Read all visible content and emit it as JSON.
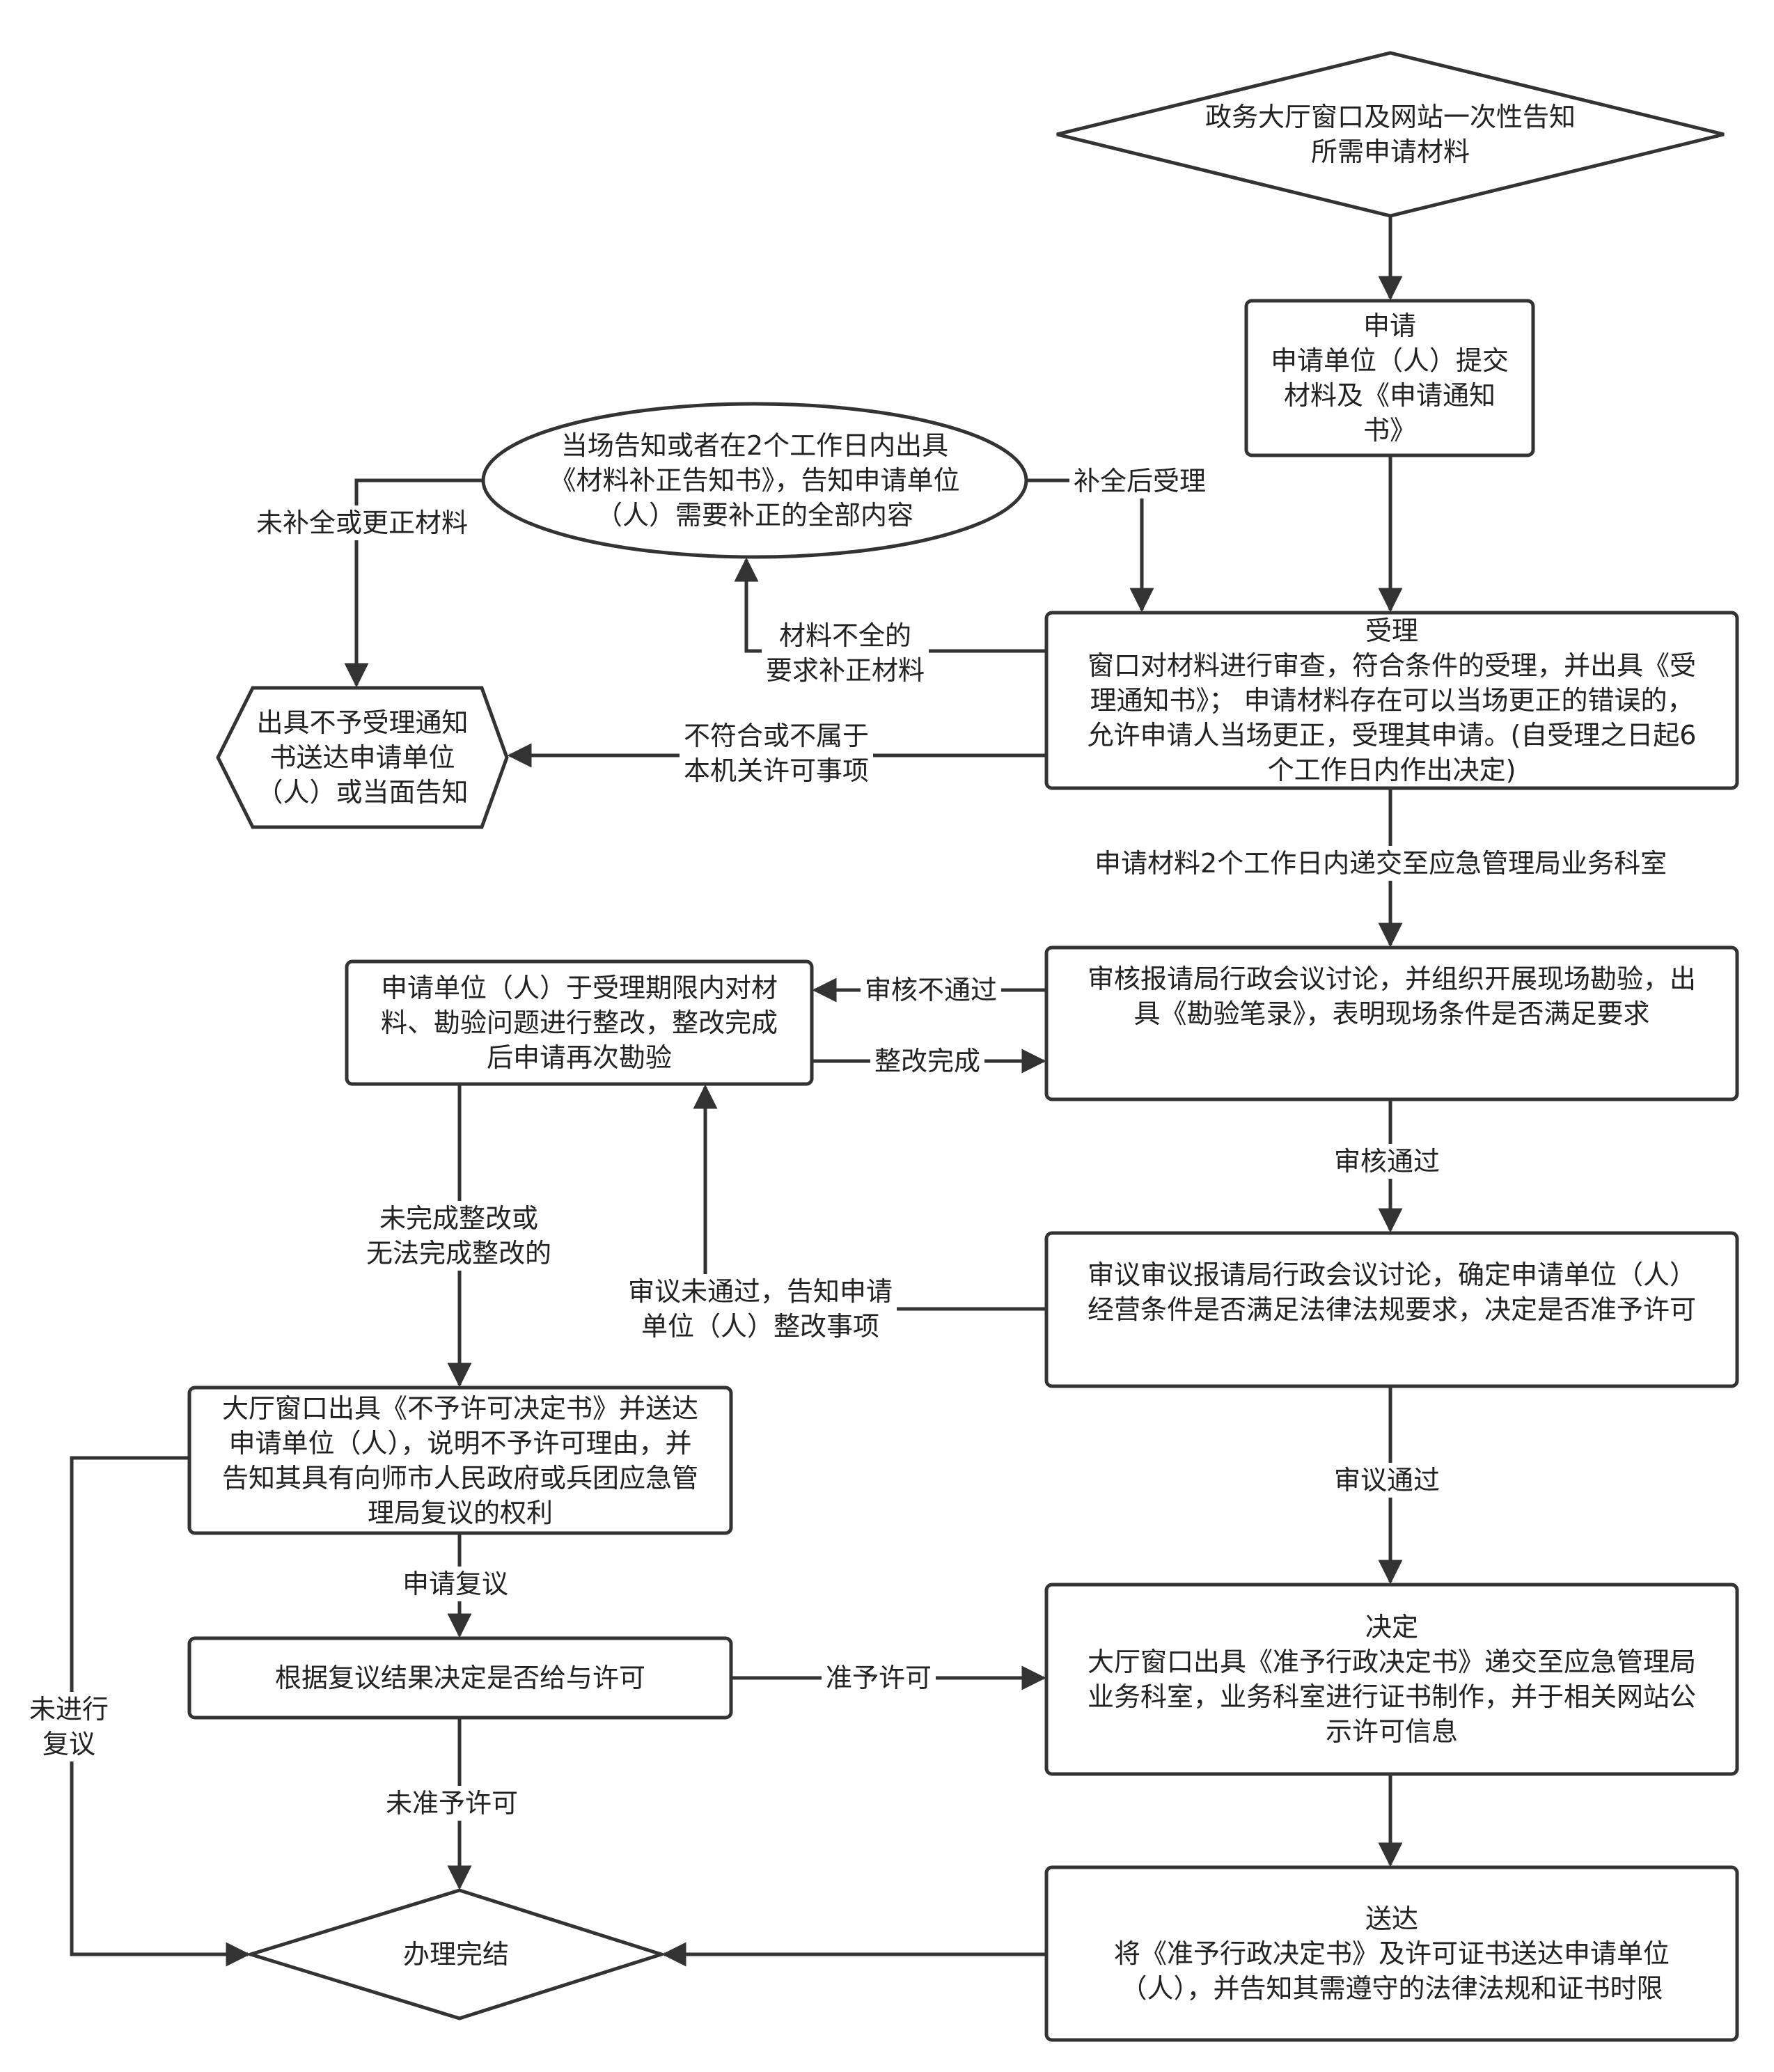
{
  "nodes": {
    "start": "政务大厅窗口及网站一次性告知\n所需申请材料",
    "apply": "申请\n申请单位（人）提交\n材料及《申请通知\n书》",
    "supplement": "当场告知或者在2个工作日内出具\n《材料补正告知书》，告知申请单位\n（人）需要补正的全部内容",
    "accept": "受理\n窗口对材料进行审查，符合条件的受理，并出具《受\n理通知书》； 申请材料存在可以当场更正的错误的，\n允许申请人当场更正，受理其申请。(自受理之日起6\n个工作日内作出决定)",
    "reject_notice": "出具不予受理通知\n书送达申请单位\n（人）或当面告知",
    "review": "审核报请局行政会议讨论，并组织开展现场勘验，出\n具《勘验笔录》，表明现场条件是否满足要求",
    "rectify": "申请单位（人）于受理期限内对材\n料、勘验问题进行整改，整改完成\n后申请再次勘验",
    "deliberate": "审议审议报请局行政会议讨论，确定申请单位（人）\n经营条件是否满足法律法规要求，决定是否准予许可",
    "deny": "大厅窗口出具《不予许可决定书》并送达\n申请单位（人），说明不予许可理由，并\n告知其具有向师市人民政府或兵团应急管\n理局复议的权利",
    "decide": "决定\n大厅窗口出具《准予行政决定书》递交至应急管理局\n业务科室，业务科室进行证书制作，并于相关网站公\n示许可信息",
    "recon_result": "根据复议结果决定是否给与许可",
    "deliver": "送达\n将《准予行政决定书》及许可证书送达申请单位\n（人），并告知其需遵守的法律法规和证书时限",
    "end": "办理完结"
  },
  "edges": {
    "not_supplemented": "未补全或更正材料",
    "supplement_accept": "补全后受理",
    "incomplete": "材料不全的\n要求补正材料",
    "not_applicable": "不符合或不属于\n本机关许可事项",
    "forward": "申请材料2个工作日内递交至应急管理局业务科室",
    "review_fail": "审核不通过",
    "rectify_done": "整改完成",
    "review_pass": "审核通过",
    "rectify_fail": "未完成整改或\n无法完成整改的",
    "deliberate_fail": "审议未通过，告知申请\n单位（人）整改事项",
    "deliberate_pass": "审议通过",
    "apply_recon": "申请复议",
    "approve": "准予许可",
    "no_recon": "未进行\n复议",
    "not_approved": "未准予许可"
  },
  "colors": {
    "stroke": "#333333",
    "fill": "#ffffff",
    "text": "#222222"
  }
}
